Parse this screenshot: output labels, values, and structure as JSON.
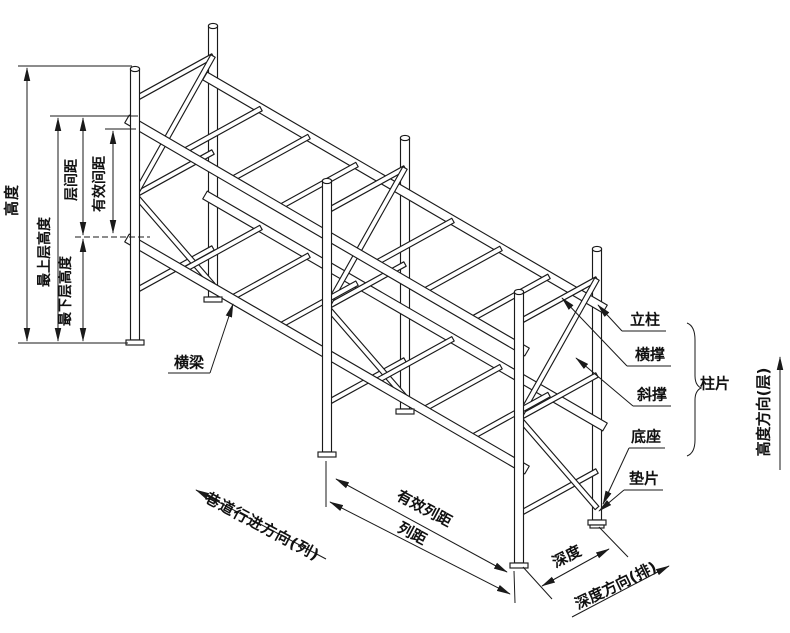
{
  "labels": {
    "height": "高度",
    "top_level_height": "最上层高度",
    "level_spacing": "层间距",
    "effective_spacing": "有效间距",
    "bottom_level_height": "最下层高度",
    "beam": "横梁",
    "upright": "立柱",
    "horizontal_brace": "横撑",
    "diagonal_brace": "斜撑",
    "upright_frame": "柱片",
    "base": "底座",
    "shim": "垫片",
    "aisle_direction": "巷道行进方向(列)",
    "effective_column_spacing": "有效列距",
    "column_spacing": "列距",
    "depth": "深度",
    "depth_direction": "深度方向(排)",
    "height_direction": "高度方向(层)"
  },
  "colors": {
    "line": "#1a1a1a",
    "paper": "#ffffff"
  }
}
